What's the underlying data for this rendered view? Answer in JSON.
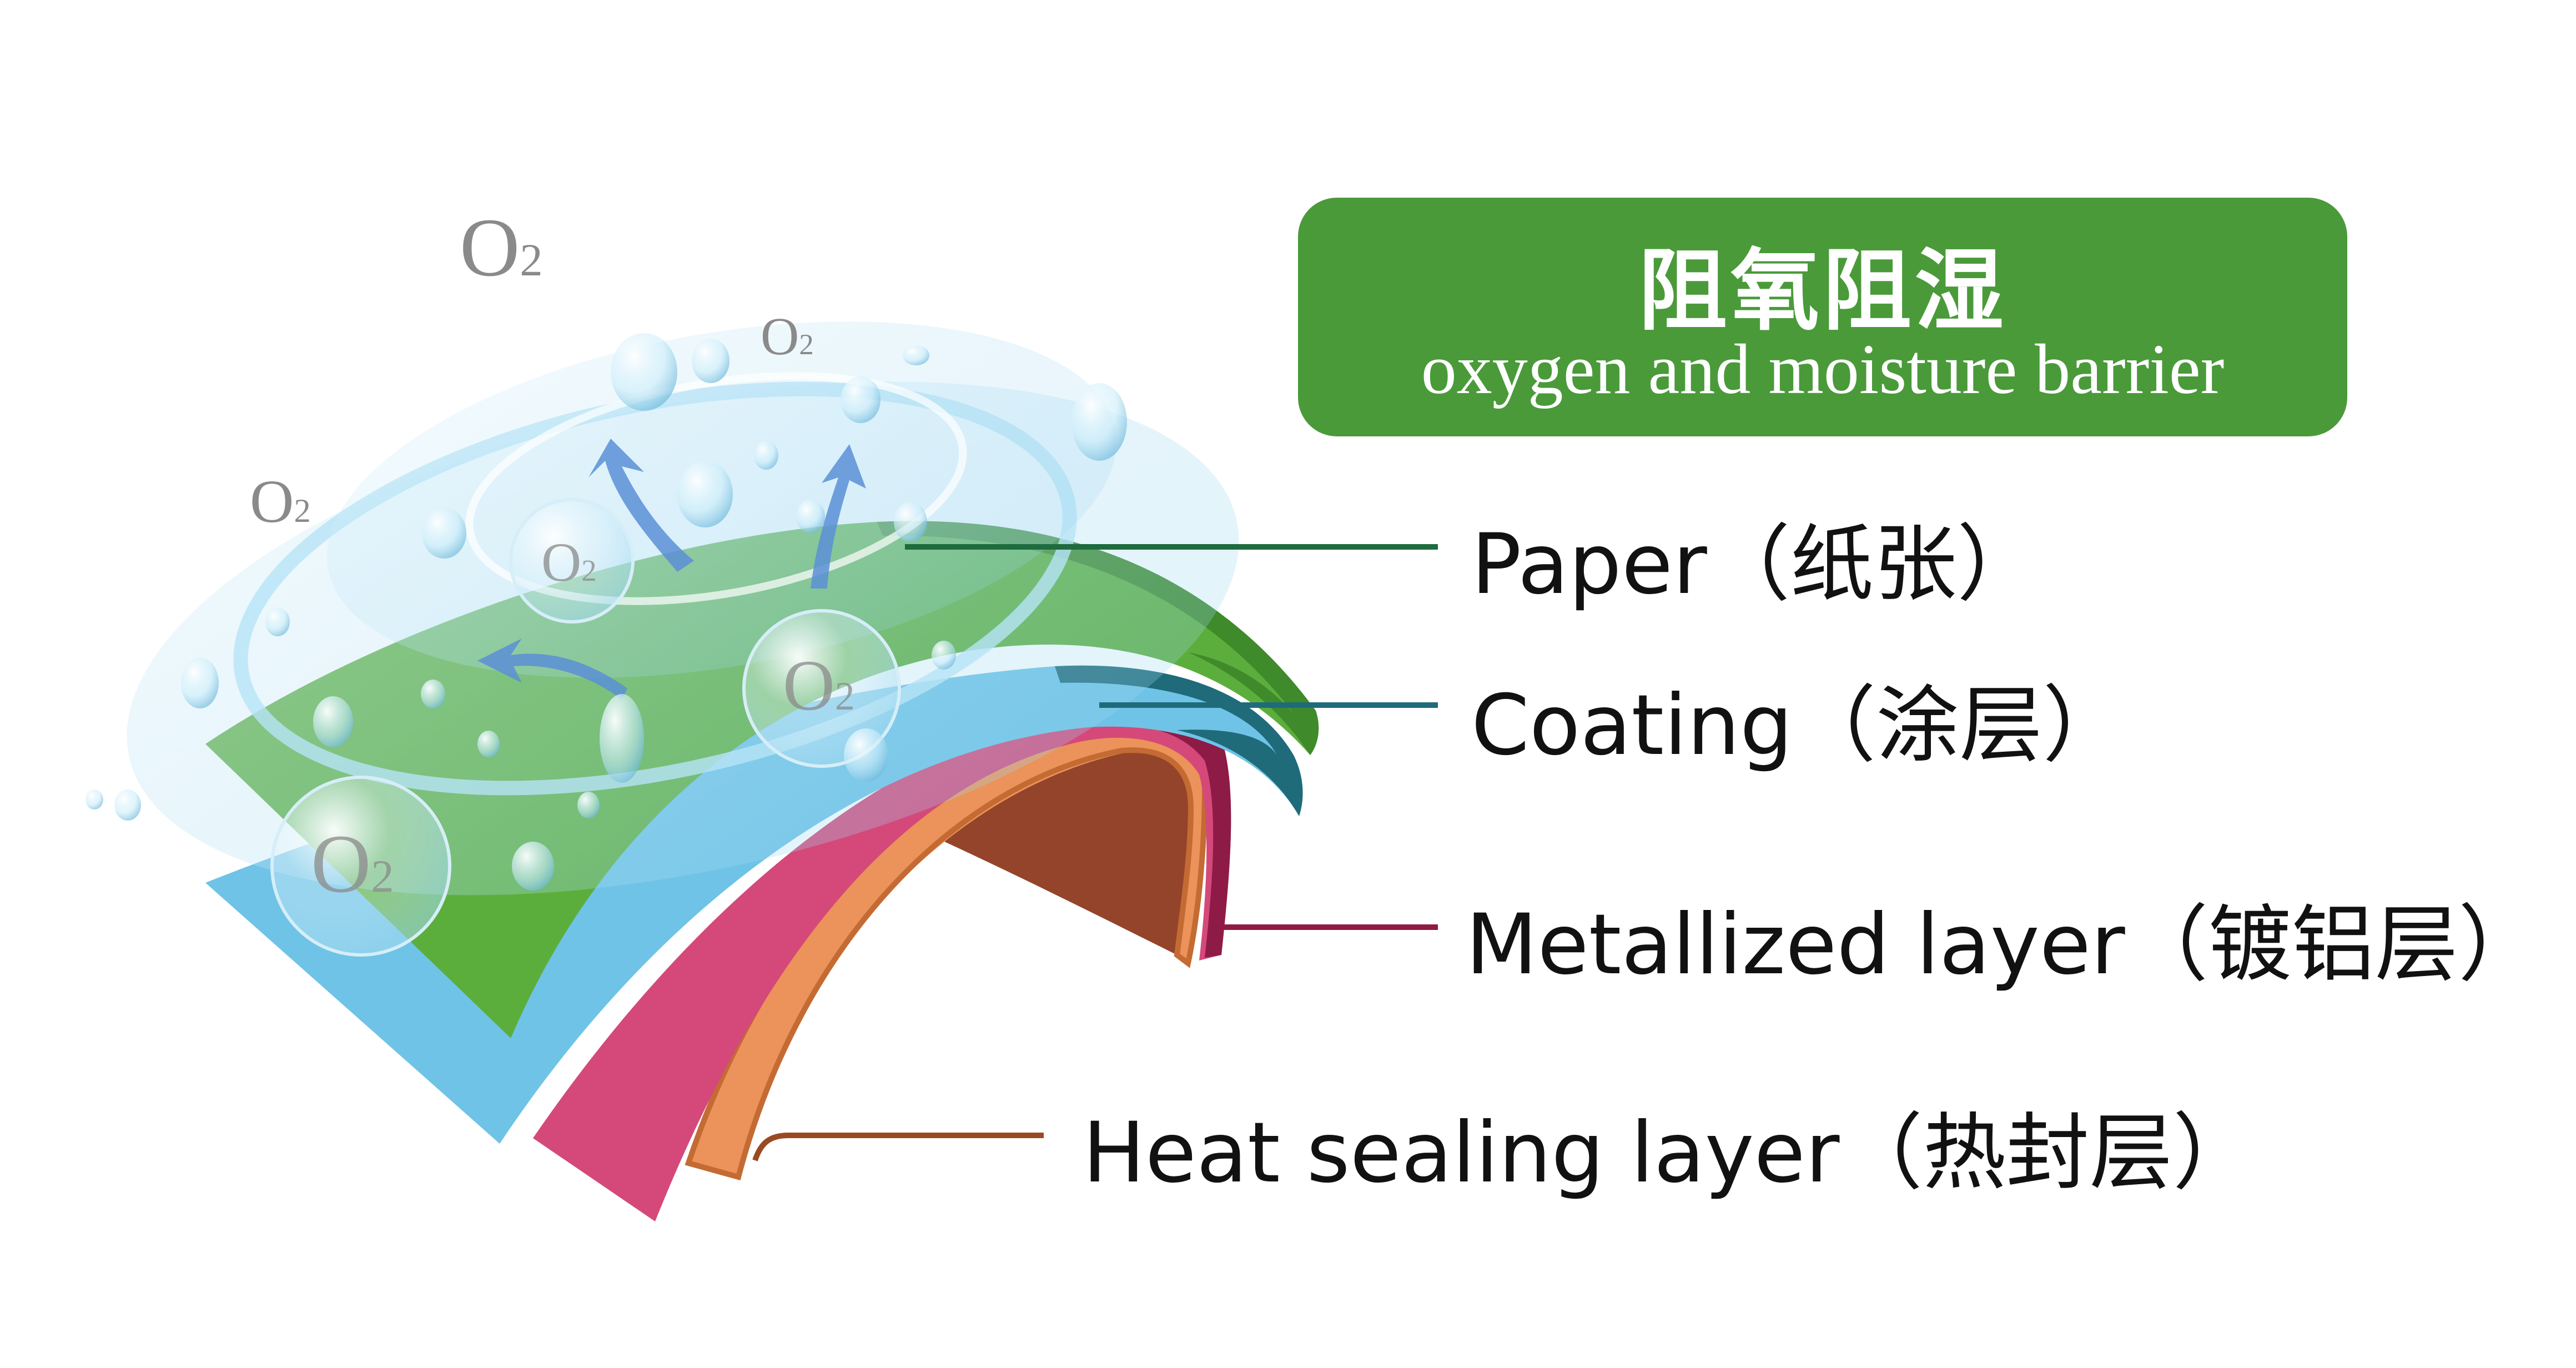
{
  "title": {
    "cn": "阻氧阻湿",
    "en": "oxygen and moisture barrier"
  },
  "layers": [
    {
      "label": "Paper（纸张）",
      "color": "#5cae3c",
      "line_color": "#1e6b3e"
    },
    {
      "label": "Coating（涂层）",
      "color": "#6fc3e6",
      "line_color": "#1f6b7a"
    },
    {
      "label": "Metallized layer（镀铝层）",
      "color": "#d4497a",
      "line_color": "#8e1b45"
    },
    {
      "label": "Heat sealing layer（热封层）",
      "color": "#eb935a",
      "line_color": "#9a4a22"
    }
  ],
  "oxygen": {
    "main": "O",
    "sub": "2"
  },
  "colors": {
    "title_bg": "#4a9a3a",
    "o2_text": "#8a8a8a",
    "bubble": "#bfe6f7"
  }
}
